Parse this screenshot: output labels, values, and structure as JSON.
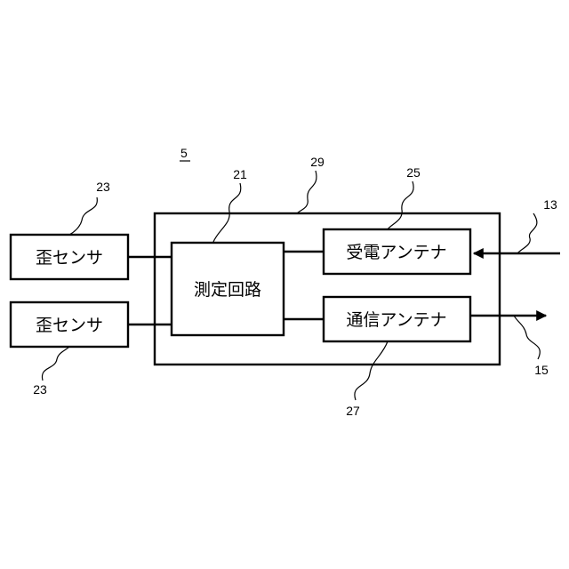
{
  "figure": {
    "number": "5",
    "colors": {
      "line": "#000000",
      "background": "#ffffff"
    }
  },
  "blocks": {
    "strain_sensor_top": {
      "label": "歪センサ",
      "ref": "23"
    },
    "strain_sensor_bottom": {
      "label": "歪センサ",
      "ref": "23"
    },
    "measurement_circuit": {
      "label": "測定回路",
      "ref": "21"
    },
    "receiving_antenna": {
      "label": "受電アンテナ",
      "ref": "25"
    },
    "communication_antenna": {
      "label": "通信アンテナ",
      "ref": "27"
    },
    "enclosure": {
      "ref": "29"
    }
  },
  "signals": {
    "power_in": {
      "ref": "13"
    },
    "data_out": {
      "ref": "15"
    }
  }
}
